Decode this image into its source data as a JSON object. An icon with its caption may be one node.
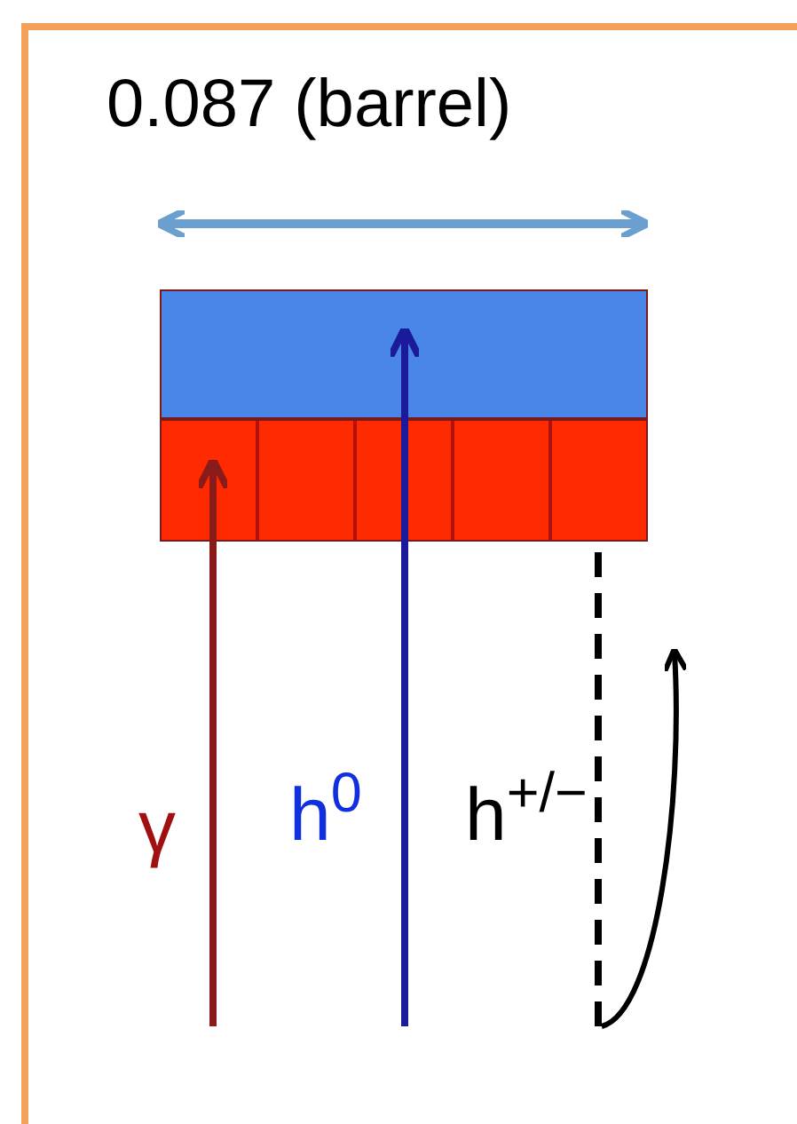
{
  "diagram": {
    "nodes": [
      {
        "text": [],
        "shape": "box"
      },
      {
        "text": [],
        "shape": "box"
      }
    ],
    "edges": [
      {
        "from": null,
        "to": 1,
        "arrow": "to",
        "color": "#8b1a1a"
      },
      {
        "from": null,
        "to": 0,
        "arrow": "to",
        "color": "#1a1a9a"
      },
      {
        "from": null,
        "to": 1,
        "arrow": "none",
        "style": "dashed",
        "color": "#000000"
      }
    ],
    "labels": [
      "0.087 (barrel)",
      "γ",
      "h$^{0}$",
      "h$^{+/−}$"
    ]
  }
}
